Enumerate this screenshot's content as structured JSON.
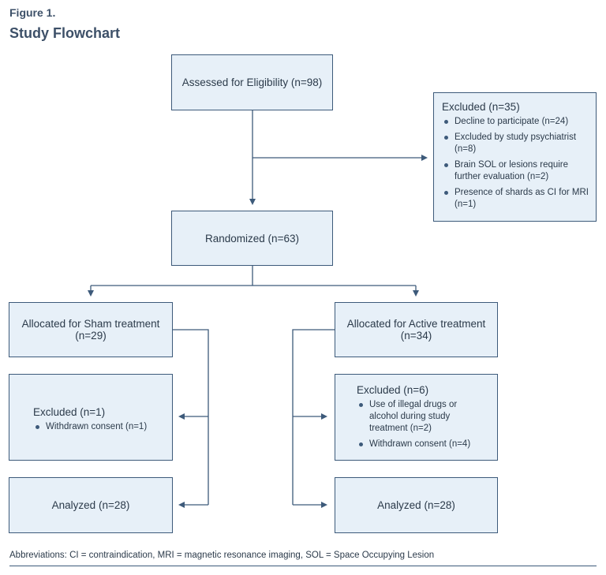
{
  "figure": {
    "label": "Figure 1.",
    "title": "Study Flowchart"
  },
  "eligibility": {
    "text": "Assessed for Eligibility (n=98)"
  },
  "excluded_main": {
    "title": "Excluded (n=35)",
    "items": [
      "Decline to participate (n=24)",
      "Excluded by study psychiatrist (n=8)",
      "Brain SOL or lesions require further evaluation (n=2)",
      "Presence of shards as CI for MRI (n=1)"
    ]
  },
  "randomized": {
    "text": "Randomized (n=63)"
  },
  "sham": {
    "allocated_line1": "Allocated for Sham treatment",
    "allocated_line2": "(n=29)",
    "excluded_title": "Excluded (n=1)",
    "excluded_items": [
      "Withdrawn consent (n=1)"
    ],
    "analyzed": "Analyzed (n=28)"
  },
  "active": {
    "allocated_line1": "Allocated for Active treatment",
    "allocated_line2": "(n=34)",
    "excluded_title": "Excluded (n=6)",
    "excluded_items": [
      "Use of illegal drugs or alcohol during study treatment (n=2)",
      "Withdrawn consent (n=4)"
    ],
    "analyzed": "Analyzed (n=28)"
  },
  "footer": {
    "abbreviations": "Abbreviations: CI = contraindication, MRI = magnetic resonance imaging, SOL = Space Occupying Lesion"
  },
  "colors": {
    "box_fill": "#e7f0f8",
    "line": "#3d5a7a",
    "title": "#3d5068"
  }
}
